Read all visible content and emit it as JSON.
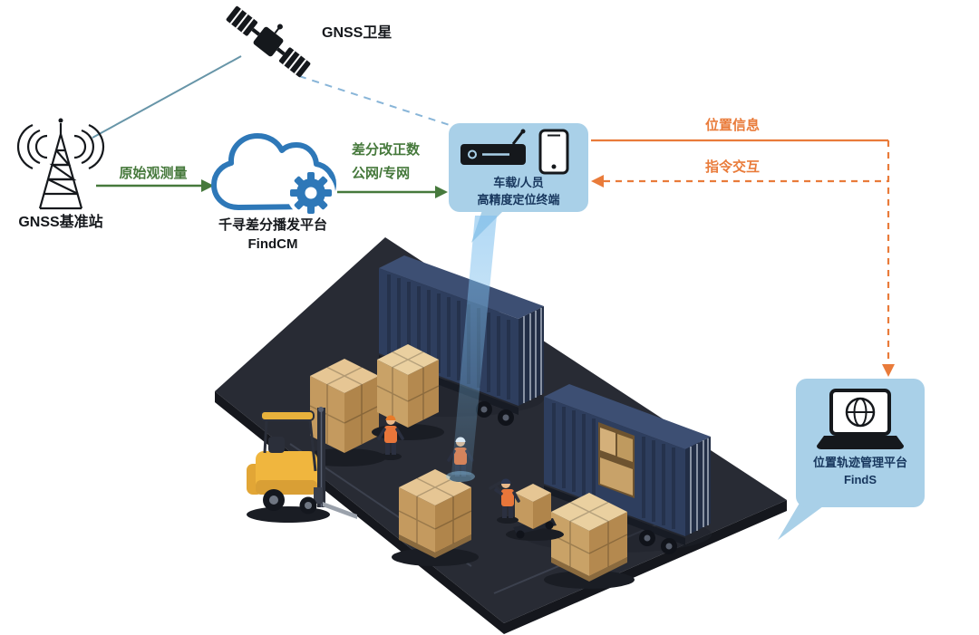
{
  "diagram": {
    "satellite": {
      "label": "GNSS卫星"
    },
    "base_station": {
      "label": "GNSS基准站"
    },
    "cloud_platform": {
      "name": "千寻差分播发平台",
      "product": "FindCM"
    },
    "terminal": {
      "line1": "车载/人员",
      "line2": "高精度定位终端"
    },
    "platform": {
      "name": "位置轨迹管理平台",
      "product": "FindS"
    },
    "links": {
      "raw": {
        "label": "原始观测量"
      },
      "corrections": {
        "line1": "差分改正数",
        "line2": "公网/专网"
      },
      "position": {
        "label": "位置信息"
      },
      "command": {
        "label": "指令交互"
      }
    }
  },
  "icons": [
    "satellite-icon",
    "radio-tower-icon",
    "cloud-gear-icon",
    "receiver-icon",
    "smartphone-icon",
    "laptop-globe-icon",
    "warehouse-illustration",
    "positioning-beam"
  ],
  "colors": {
    "arrow_green": "#46793c",
    "arrow_orange": "#e97b3a",
    "bubble_bg": "#a9d0e8",
    "bubble_text": "#17365d",
    "cloud_blue": "#2e78b8",
    "satellite_line": "#6795a8",
    "satellite_dashed_line": "#88b5d8",
    "floor_dark": "#282b34",
    "container_navy": "#2e3e5e",
    "box_tan": "#c49a5f",
    "forklift_yellow": "#f0b63e"
  }
}
